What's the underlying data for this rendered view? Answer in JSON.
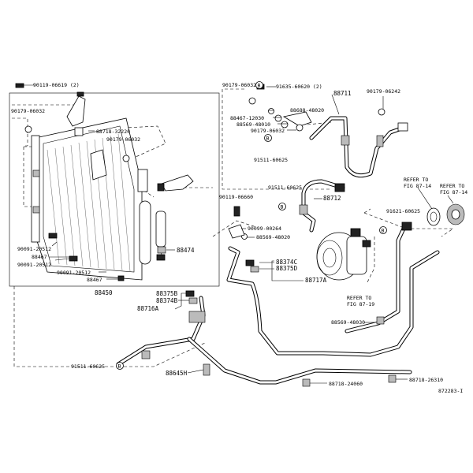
{
  "diagram_id": "872283-I",
  "labels": {
    "l90119_06619": "90119-06619 (2)",
    "l90179_06032_a": "90179-06032",
    "l88718_32220": "88718-32220",
    "l90179_06032_b": "90179-06032",
    "l90091_20512_a": "90091-20512",
    "l88467_a": "88467",
    "l90091_20512_b": "90091-20512",
    "l90091_20512_c": "90091-20512",
    "l88467_b": "88467",
    "l88474": "88474",
    "l88450": "88450",
    "l90179_06032_c": "90179-06032",
    "l91635_60620": "91635-60620 (2)",
    "l88688_48020": "88688-48020",
    "l88467_12030": "88467-12030",
    "l88569_48010": "88569-48010",
    "l90179_06032_d": "90179-06032",
    "l91511_60625_a": "91511-60625",
    "l88711": "88711",
    "l90179_06242": "90179-06242",
    "l91511_60625_b": "91511-60625",
    "l88712": "88712",
    "l90119_06660": "90119-06660",
    "l90099_00264": "90099-00264",
    "l88569_48020": "88569-48020",
    "l88374c": "88374C",
    "l88375d": "88375D",
    "l88717a": "88717A",
    "l91621_60625": "91621-60625",
    "refer_1a": "REFER TO",
    "refer_1b": "FIG 87-14",
    "refer_2a": "REFER TO",
    "refer_2b": "FIG 87-14",
    "refer_3a": "REFER TO",
    "refer_3b": "FIG 87-19",
    "l88569_48030": "88569-48030",
    "l88375b": "88375B",
    "l88374b": "88374B",
    "l88716a": "88716A",
    "l91511_60625_c": "91511-60625",
    "l88645h": "88645H",
    "l88718_24060": "88718-24060",
    "l88718_26310": "88718-26310",
    "bolt_mark": "B"
  }
}
